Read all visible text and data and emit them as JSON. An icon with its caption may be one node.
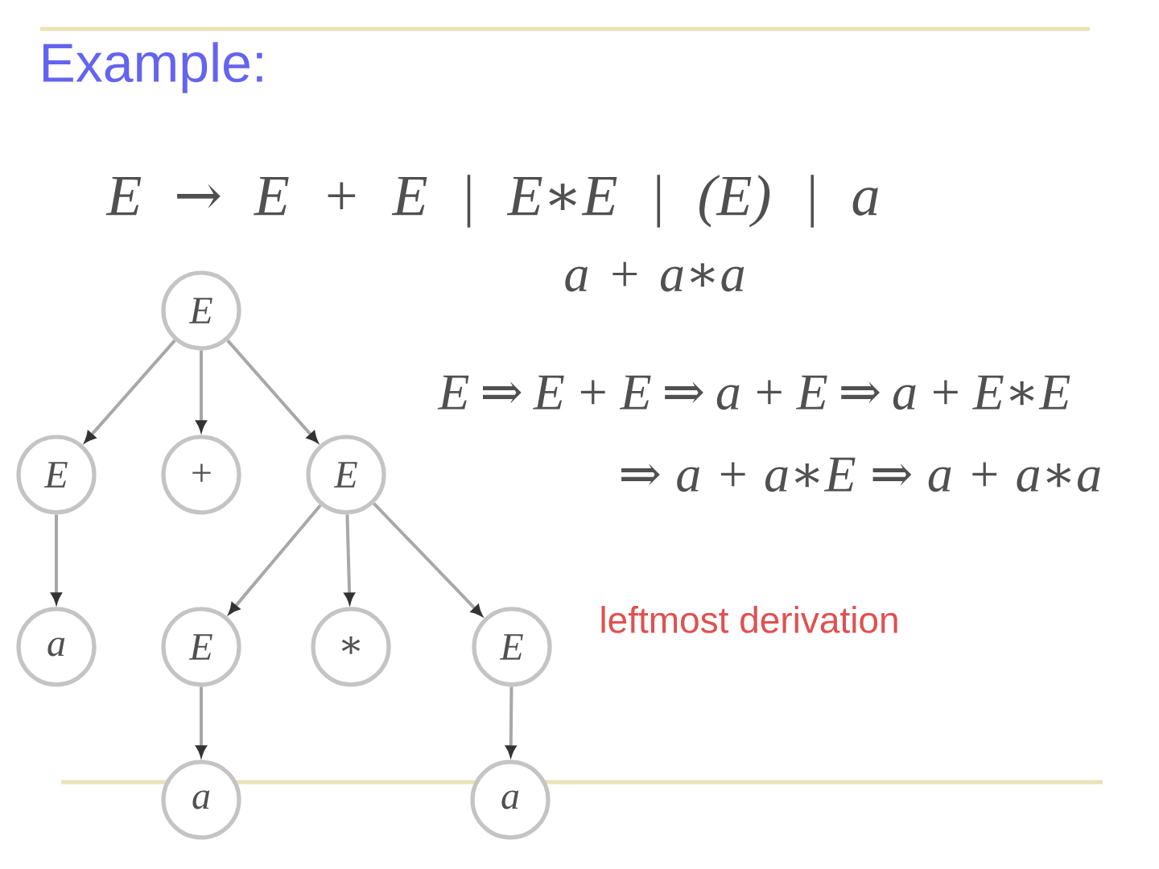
{
  "diagram": {
    "title": "Example:",
    "nodes": [
      {
        "text": [
          "E"
        ]
      },
      {
        "text": [
          "E"
        ]
      },
      {
        "text": [
          "+"
        ]
      },
      {
        "text": [
          "E"
        ]
      },
      {
        "text": [
          "a"
        ]
      },
      {
        "text": [
          "E"
        ]
      },
      {
        "text": [
          "∗"
        ]
      },
      {
        "text": [
          "E"
        ]
      },
      {
        "text": [
          "a"
        ]
      },
      {
        "text": [
          "a"
        ]
      }
    ],
    "edges": [
      {
        "from": 0,
        "to": 1,
        "arrow": "to"
      },
      {
        "from": 0,
        "to": 2,
        "arrow": "to"
      },
      {
        "from": 0,
        "to": 3,
        "arrow": "to"
      },
      {
        "from": 1,
        "to": 4,
        "arrow": "to"
      },
      {
        "from": 3,
        "to": 5,
        "arrow": "to"
      },
      {
        "from": 3,
        "to": 6,
        "arrow": "to"
      },
      {
        "from": 3,
        "to": 7,
        "arrow": "to"
      },
      {
        "from": 5,
        "to": 8,
        "arrow": "to"
      },
      {
        "from": 7,
        "to": 9,
        "arrow": "to"
      }
    ],
    "labels": [
      "E → E + E | E∗E | (E) | a",
      "a + a∗a",
      "E ⇒ E + E ⇒ a + E ⇒ a + E∗E",
      "⇒ a + a∗E ⇒ a + a∗a",
      "leftmost derivation"
    ]
  }
}
